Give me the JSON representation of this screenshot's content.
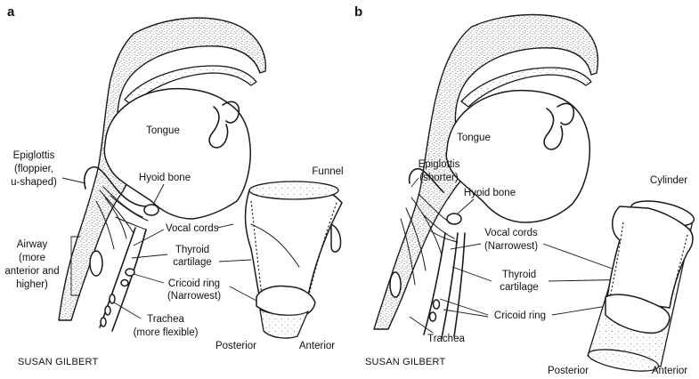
{
  "panels": [
    {
      "letter": "a",
      "credit": "SUSAN GILBERT",
      "labels": {
        "tongue": "Tongue",
        "epiglottis": [
          "Epiglottis",
          "(floppier,",
          "u-shaped)"
        ],
        "hyoid": "Hyoid bone",
        "funnel": "Funnel",
        "vocal_cords": "Vocal cords",
        "thyroid": [
          "Thyroid",
          "cartilage"
        ],
        "airway": [
          "Airway",
          "(more",
          "anterior and",
          "higher)"
        ],
        "cricoid": [
          "Cricoid ring",
          "(Narrowest)"
        ],
        "trachea": [
          "Trachea",
          "(more flexible)"
        ],
        "posterior": "Posterior",
        "anterior": "Anterior"
      }
    },
    {
      "letter": "b",
      "credit": "SUSAN GILBERT",
      "labels": {
        "tongue": "Tongue",
        "epiglottis": [
          "Epiglottis",
          "(shorter)"
        ],
        "hyoid": "Hyoid bone",
        "cylinder": "Cylinder",
        "vocal_cords": [
          "Vocal cords",
          "(Narrowest)"
        ],
        "thyroid": [
          "Thyroid",
          "cartilage"
        ],
        "cricoid": "Cricoid ring",
        "trachea": "Trachea",
        "posterior": "Posterior",
        "anterior": "Anterior"
      }
    }
  ]
}
